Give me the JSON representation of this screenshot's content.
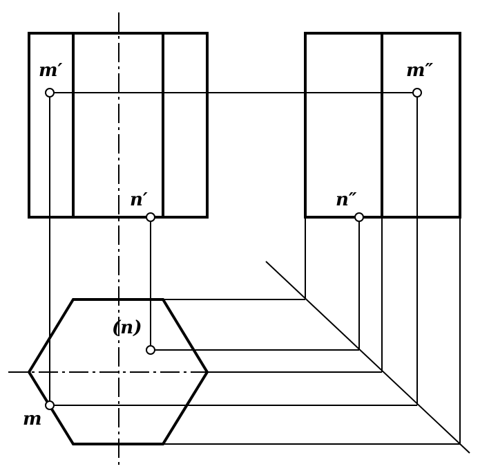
{
  "labels": {
    "m_front": "m′",
    "m_side": "m″",
    "n_front": "n′",
    "n_side": "n″",
    "n_top": "(n)",
    "m_top": "m"
  }
}
